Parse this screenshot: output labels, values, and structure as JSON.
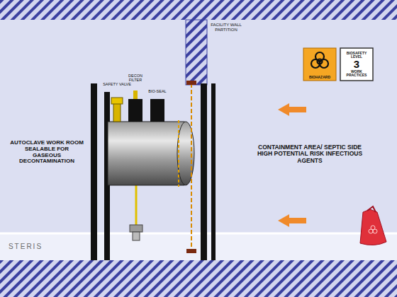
{
  "diagram": {
    "nodes": [
      {
        "text": [
          "BIOHAZARD"
        ]
      },
      {
        "text": [
          "BIOSAFETY LEVEL",
          "3",
          "WORK PRACTICES"
        ]
      }
    ],
    "labels": [
      "SAFETY VALVE",
      "DECON FILTER",
      "BIO-SEAL",
      "FACILITY WALL PARTITION",
      "AUTOCLAVE WORK ROOM SEALABLE FOR GASEOUS DECONTAMINATION",
      "CONTAINMENT AREA/ SEPTIC SIDE HIGH POTENTIAL RISK INFECTIOUS AGENTS",
      "STERIS"
    ]
  }
}
